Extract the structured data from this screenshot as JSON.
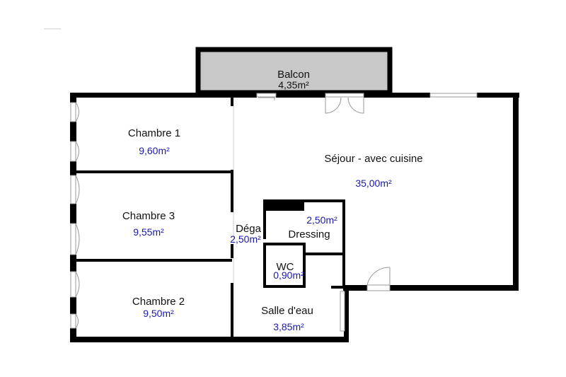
{
  "plan": {
    "colors": {
      "wall": "#000000",
      "balcony_fill": "#c8c8c8",
      "area_text": "#1a1aa6",
      "label_text": "#111111"
    },
    "rooms": [
      {
        "id": "balcon",
        "name": "Balcon",
        "area": "4,35m²"
      },
      {
        "id": "sejour",
        "name": "Séjour - avec cuisine",
        "area": "35,00m²"
      },
      {
        "id": "chambre1",
        "name": "Chambre 1",
        "area": "9,60m²"
      },
      {
        "id": "chambre3",
        "name": "Chambre 3",
        "area": "9,55m²"
      },
      {
        "id": "chambre2",
        "name": "Chambre 2",
        "area": "9,50m²"
      },
      {
        "id": "degagement",
        "name": "Déga",
        "area": "2,50m²"
      },
      {
        "id": "dressing",
        "name": "Dressing",
        "area": "2,50m²"
      },
      {
        "id": "wc",
        "name": "WC",
        "area": "0,90m²"
      },
      {
        "id": "salle-deau",
        "name": "Salle d'eau",
        "area": "3,85m²"
      }
    ]
  }
}
